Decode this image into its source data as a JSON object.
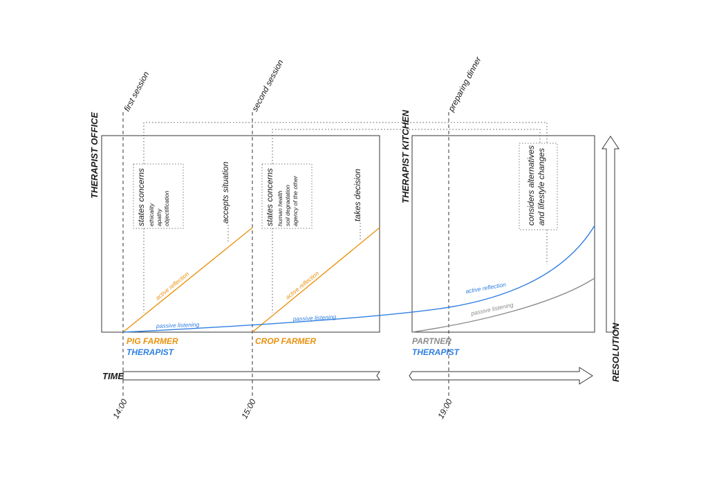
{
  "colors": {
    "orange": "#e8920f",
    "blue": "#2f7fe0",
    "gray": "#8c8c8c",
    "dark": "#2a2a2a"
  },
  "rooms": {
    "office": "THERAPIST OFFICE",
    "kitchen": "THERAPIST KITCHEN"
  },
  "events": {
    "first": "first session",
    "second": "second session",
    "dinner": "preparing dinner"
  },
  "concerns1": {
    "title": "states concerns",
    "items": [
      "ethicality",
      "apathy",
      "objectification"
    ]
  },
  "concerns2": {
    "title": "states concerns",
    "items": [
      "human health",
      "soil degradation",
      "agency of the other"
    ]
  },
  "outcomes": {
    "accepts": "accepts situation",
    "decision": "takes decision",
    "alt_line1": "considers alternatives",
    "alt_line2": "and lifestyle changes"
  },
  "curves": {
    "active1": "active reflection",
    "active2": "active reflection",
    "active3": "active reflection",
    "passive1": "passive listening",
    "passive2": "passive listening",
    "passive3": "passive listening"
  },
  "actors": {
    "pig": "PIG FARMER",
    "therapist1": "THERAPIST",
    "crop": "CROP FARMER",
    "partner": "PARTNER",
    "therapist2": "THERAPIST"
  },
  "axes": {
    "time": "TIME",
    "resolution": "RESOLUTION"
  },
  "times": {
    "t1": "14:00",
    "t2": "15:00",
    "t3": "19:00"
  }
}
